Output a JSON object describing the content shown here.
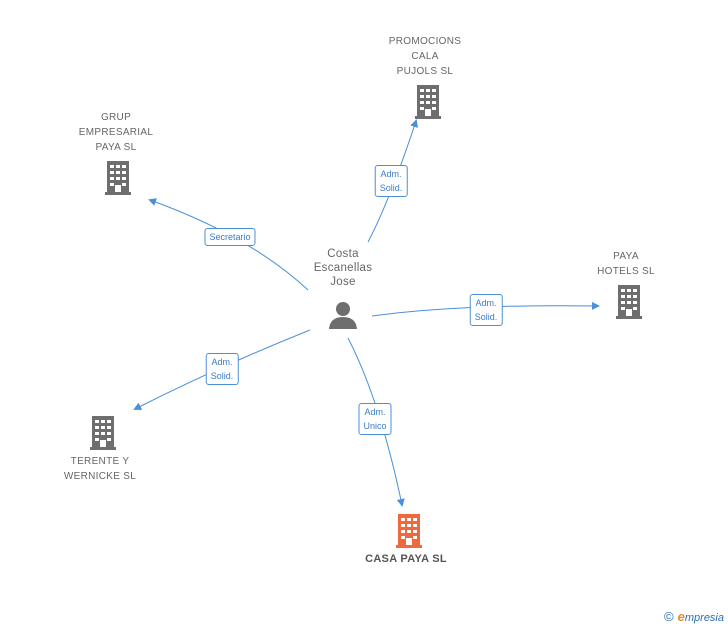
{
  "center": {
    "name": "Costa\nEscanellas\nJose",
    "icon": "person-icon"
  },
  "companies": [
    {
      "id": "promocions",
      "label": "PROMOCIONS\nCALA\nPUJOLS SL",
      "icon": "building-icon",
      "focus": false
    },
    {
      "id": "grup",
      "label": "GRUP\nEMPRESARIAL\nPAYA SL",
      "icon": "building-icon",
      "focus": false
    },
    {
      "id": "paya-hotels",
      "label": "PAYA\nHOTELS SL",
      "icon": "building-icon",
      "focus": false
    },
    {
      "id": "terente",
      "label": "TERENTE Y\nWERNICKE SL",
      "icon": "building-icon",
      "focus": false
    },
    {
      "id": "casa-paya",
      "label": "CASA PAYA SL",
      "icon": "building-icon",
      "focus": true
    }
  ],
  "relations": [
    {
      "to": "promocions",
      "role": "Adm.\nSolid."
    },
    {
      "to": "grup",
      "role": "Secretario"
    },
    {
      "to": "paya-hotels",
      "role": "Adm.\nSolid."
    },
    {
      "to": "terente",
      "role": "Adm.\nSolid."
    },
    {
      "to": "casa-paya",
      "role": "Adm.\nUnico"
    }
  ],
  "colors": {
    "edge": "#4a90d9",
    "building": "#6e6e6e",
    "focus_building": "#ee6a3c",
    "person": "#6e6e6e"
  },
  "footer": {
    "copyright": "©",
    "brand_initial": "e",
    "brand_rest": "mpresia"
  }
}
